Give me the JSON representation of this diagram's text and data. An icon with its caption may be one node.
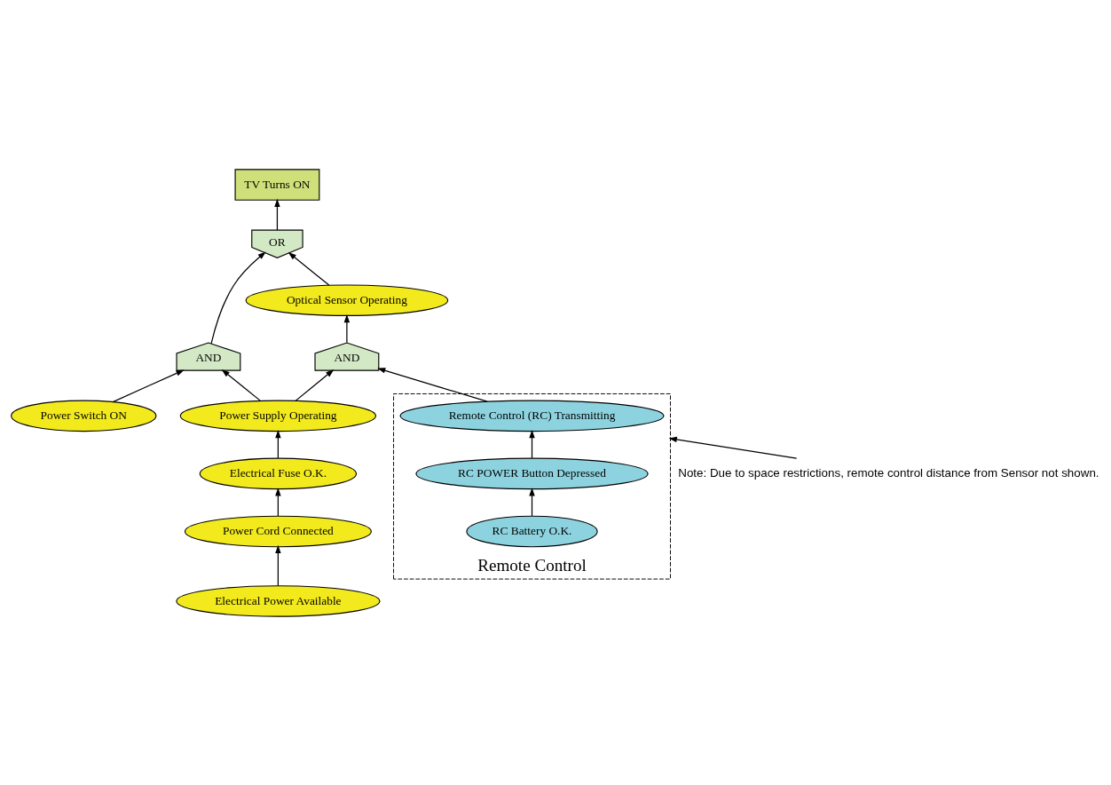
{
  "diagram": {
    "nodes": [
      {
        "text": [
          "TV Turns ON"
        ]
      },
      {
        "text": [
          "OR"
        ]
      },
      {
        "text": [
          "Optical Sensor Operating"
        ]
      },
      {
        "text": [
          "Note: Due to space restrictions, remote control distance from Sensor not shown."
        ]
      },
      {
        "text": [
          "AND"
        ]
      },
      {
        "text": [
          "AND"
        ]
      },
      {
        "text": [
          "Power Supply Operating"
        ]
      },
      {
        "text": [
          "Remote Control"
        ]
      },
      {
        "text": [
          "Remote Control (RC) Transmitting"
        ],
        "in": 7
      },
      {
        "text": [
          "Power Switch ON"
        ]
      },
      {
        "text": [
          "Electrical Fuse O.K."
        ]
      },
      {
        "text": [
          "RC POWER Button Depressed"
        ],
        "in": 7
      },
      {
        "text": [
          "Power Cord Connected"
        ]
      },
      {
        "text": [
          "Electrical Power Available"
        ]
      },
      {
        "text": [
          "RC Battery O.K."
        ],
        "in": 7
      }
    ],
    "edges": [
      {
        "from": 1,
        "to": 0,
        "arrow": "to"
      },
      {
        "from": 4,
        "to": 1,
        "arrow": "to"
      },
      {
        "from": 2,
        "to": 1,
        "arrow": "to"
      },
      {
        "from": 5,
        "to": 2,
        "arrow": "to"
      },
      {
        "from": 3,
        "to": 7,
        "arrow": "to"
      },
      {
        "from": 9,
        "to": 4,
        "arrow": "to"
      },
      {
        "from": 6,
        "to": 4,
        "arrow": "to"
      },
      {
        "from": 6,
        "to": 5,
        "arrow": "to"
      },
      {
        "from": 8,
        "to": 5,
        "arrow": "to"
      },
      {
        "from": 10,
        "to": 6,
        "arrow": "to"
      },
      {
        "from": 12,
        "to": 10,
        "arrow": "to"
      },
      {
        "from": 13,
        "to": 12,
        "arrow": "to"
      },
      {
        "from": 11,
        "to": 8,
        "arrow": "to"
      },
      {
        "from": 14,
        "to": 11,
        "arrow": "to"
      }
    ]
  }
}
